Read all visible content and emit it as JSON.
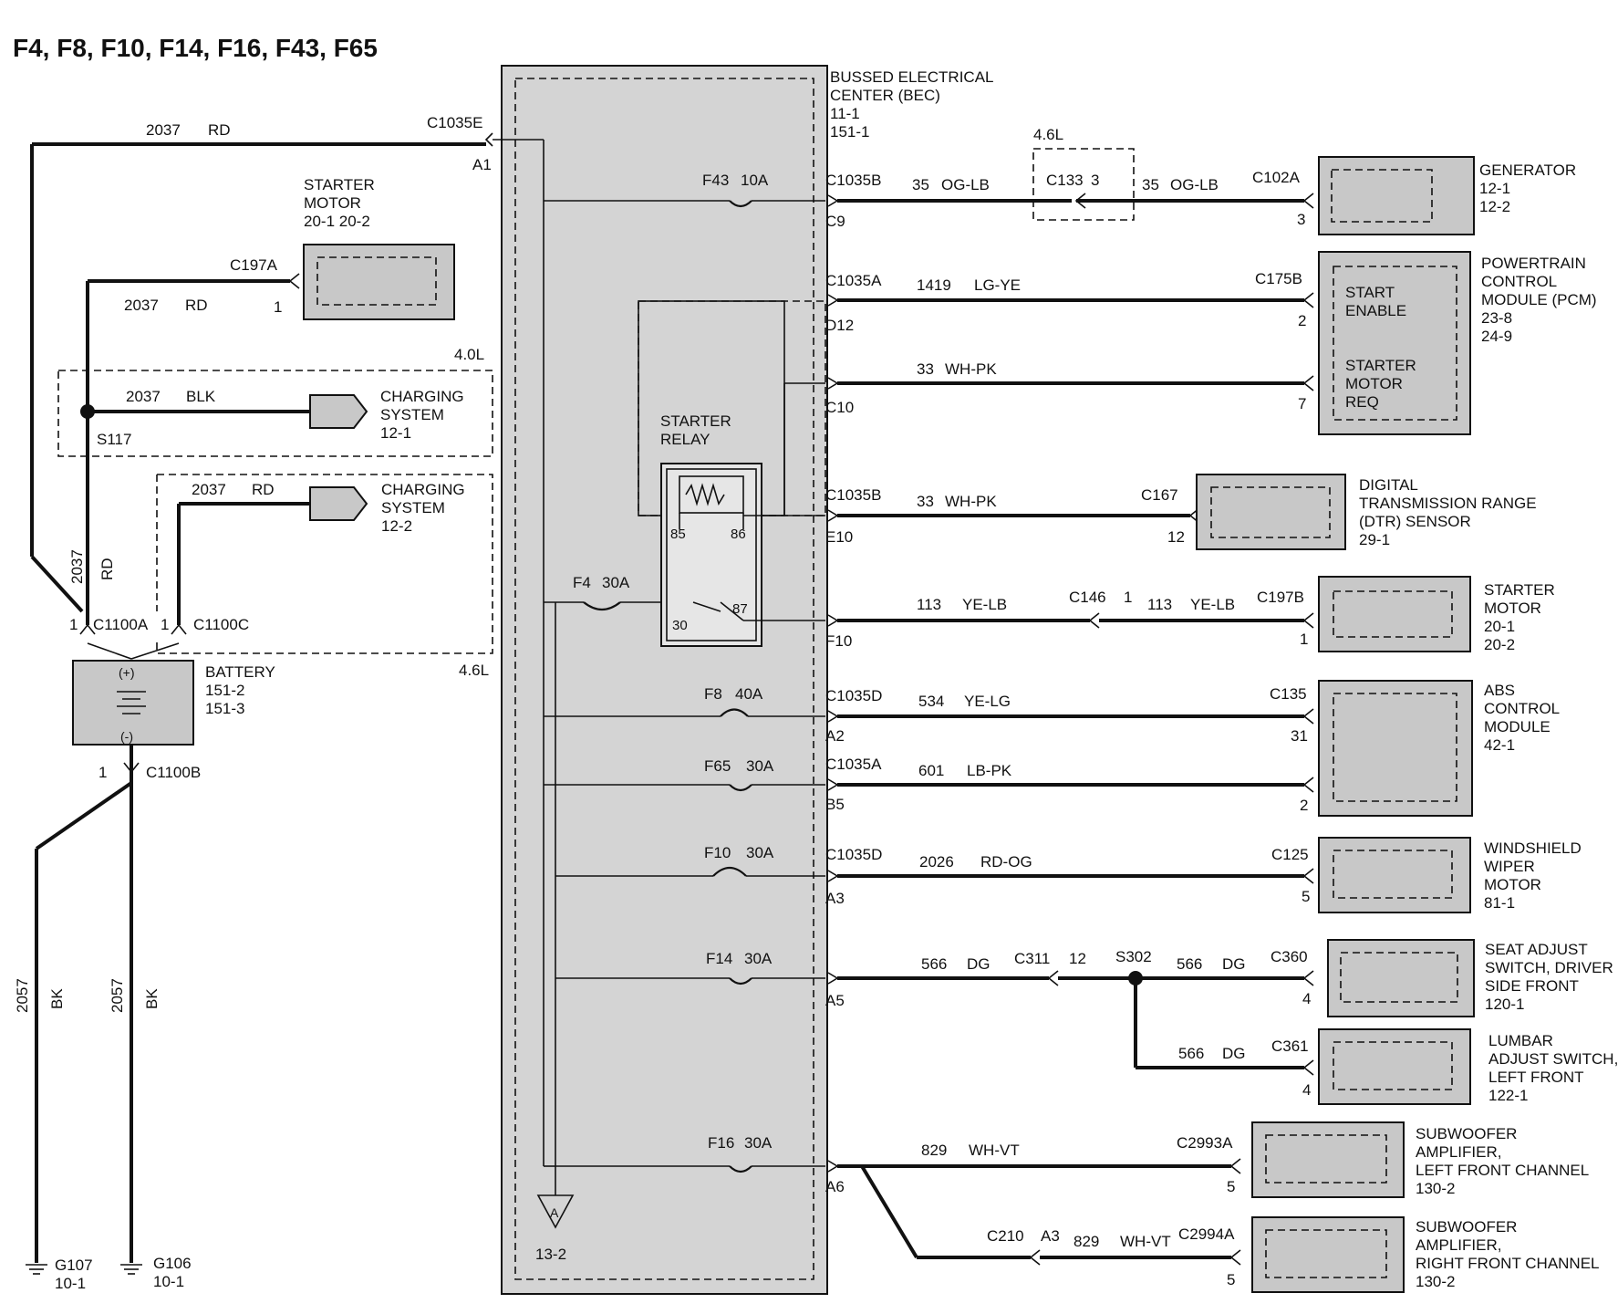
{
  "title": "F4, F8, F10, F14, F16, F43, F65",
  "bec": {
    "name_line1": "BUSSED   ELECTRICAL",
    "name_line2": "CENTER (BEC)",
    "ref1": "11-1",
    "ref2": "151-1",
    "ground_ref": "13-2",
    "ground_letter": "A"
  },
  "starter_relay": {
    "line1": "STARTER",
    "line2": "RELAY",
    "pin85": "85",
    "pin86": "86",
    "pin30": "30",
    "pin87": "87"
  },
  "left": {
    "feed_circuit": "2037",
    "feed_color": "RD",
    "feed_conn": "C1035E",
    "feed_pin": "A1",
    "vert_circuit": "2037",
    "vert_color": "RD",
    "starter_conn": "C197A",
    "starter_pin": "1",
    "starter_circuit": "2037",
    "starter_color": "RD",
    "starter_name1": "STARTER",
    "starter_name2": "MOTOR",
    "starter_ref": "20-1     20-2",
    "splice": "S117",
    "label_40": "4.0L",
    "label_46": "4.6L",
    "cs1_circuit": "2037",
    "cs1_color": "BLK",
    "cs1_name1": "CHARGING",
    "cs1_name2": "SYSTEM",
    "cs1_ref": "12-1",
    "cs2_circuit": "2037",
    "cs2_color": "RD",
    "cs2_name1": "CHARGING",
    "cs2_name2": "SYSTEM",
    "cs2_ref": "12-2",
    "c1100a_pin": "1",
    "c1100a": "C1100A",
    "c1100c_pin": "1",
    "c1100c": "C1100C",
    "battery_name": "BATTERY",
    "battery_ref1": "151-2",
    "battery_ref2": "151-3",
    "c1100b_pin": "1",
    "c1100b": "C1100B",
    "gnd1_circuit": "2057",
    "gnd1_color": "BK",
    "gnd2_circuit": "2057",
    "gnd2_color": "BK",
    "g107": "G107",
    "g107_ref": "10-1",
    "g106": "G106",
    "g106_ref": "10-1"
  },
  "fuses": [
    {
      "name": "F43",
      "amps": "10A"
    },
    {
      "name": "F4",
      "amps": "30A"
    },
    {
      "name": "F8",
      "amps": "40A"
    },
    {
      "name": "F65",
      "amps": "30A"
    },
    {
      "name": "F10",
      "amps": "30A"
    },
    {
      "name": "F14",
      "amps": "30A"
    },
    {
      "name": "F16",
      "amps": "30A"
    }
  ],
  "circuits": {
    "gen": {
      "bec_conn": "C1035B",
      "bec_pin": "C9",
      "circuit": "35",
      "color": "OG-LB",
      "inline": "C133",
      "inline_pin": "3",
      "inline_label": "4.6L",
      "circuit2": "35",
      "color2": "OG-LB",
      "conn": "C102A",
      "pin": "3",
      "name": [
        "GENERATOR"
      ],
      "refs": [
        "12-1",
        "12-2"
      ]
    },
    "pcm1": {
      "bec_conn": "C1035A",
      "bec_pin": "D12",
      "circuit": "1419",
      "color": "LG-YE",
      "conn": "C175B",
      "pin": "2",
      "inner1": "START",
      "inner2": "ENABLE",
      "name": [
        "POWERTRAIN",
        "CONTROL",
        "MODULE (PCM)"
      ],
      "refs": [
        "23-8",
        "24-9"
      ]
    },
    "pcm2": {
      "bec_pin": "C10",
      "circuit": "33",
      "color": "WH-PK",
      "pin": "7",
      "inner1": "STARTER",
      "inner2": "MOTOR",
      "inner3": "REQ"
    },
    "dtr": {
      "bec_conn": "C1035B",
      "bec_pin": "E10",
      "circuit": "33",
      "color": "WH-PK",
      "conn": "C167",
      "pin": "12",
      "name": [
        "DIGITAL",
        "TRANSMISSION    RANGE",
        "(DTR) SENSOR"
      ],
      "refs": [
        "29-1"
      ]
    },
    "starter": {
      "bec_pin": "F10",
      "circuit": "113",
      "color": "YE-LB",
      "inline": "C146",
      "inline_pin": "1",
      "circuit2": "113",
      "color2": "YE-LB",
      "conn": "C197B",
      "pin": "1",
      "name": [
        "STARTER",
        "MOTOR"
      ],
      "refs": [
        "20-1",
        "20-2"
      ]
    },
    "abs": {
      "bec_conn": "C1035D",
      "bec_pin": "A2",
      "circuit": "534",
      "color": "YE-LG",
      "conn": "C135",
      "pin": "31",
      "name": [
        "ABS",
        "CONTROL",
        "MODULE"
      ],
      "refs": [
        "42-1"
      ]
    },
    "abs2": {
      "bec_conn": "C1035A",
      "bec_pin": "B5",
      "circuit": "601",
      "color": "LB-PK",
      "pin": "2"
    },
    "wiper": {
      "bec_conn": "C1035D",
      "bec_pin": "A3",
      "circuit": "2026",
      "color": "RD-OG",
      "conn": "C125",
      "pin": "5",
      "name": [
        "WINDSHIELD",
        "WIPER",
        "MOTOR"
      ],
      "refs": [
        "81-1"
      ]
    },
    "seat": {
      "bec_pin": "A5",
      "circuit": "566",
      "color": "DG",
      "inline": "C311",
      "inline_pin": "12",
      "splice": "S302",
      "circuit2": "566",
      "color2": "DG",
      "conn": "C360",
      "pin": "4",
      "name": [
        "SEAT ADJUST",
        "SWITCH, DRIVER",
        "SIDE FRONT"
      ],
      "refs": [
        "120-1"
      ]
    },
    "lumbar": {
      "circuit": "566",
      "color": "DG",
      "conn": "C361",
      "pin": "4",
      "name": [
        "LUMBAR",
        "ADJUST SWITCH,",
        "LEFT FRONT"
      ],
      "refs": [
        "122-1"
      ]
    },
    "sub_lf": {
      "bec_pin": "A6",
      "circuit": "829",
      "color": "WH-VT",
      "conn": "C2993A",
      "pin": "5",
      "name": [
        "SUBWOOFER",
        "AMPLIFIER,",
        "LEFT FRONT CHANNEL"
      ],
      "refs": [
        "130-2"
      ]
    },
    "sub_rf": {
      "inline": "C210",
      "inline_pin": "A3",
      "circuit": "829",
      "color": "WH-VT",
      "conn": "C2994A",
      "pin": "5",
      "name": [
        "SUBWOOFER",
        "AMPLIFIER,",
        "RIGHT FRONT CHANNEL"
      ],
      "refs": [
        "130-2"
      ]
    }
  }
}
